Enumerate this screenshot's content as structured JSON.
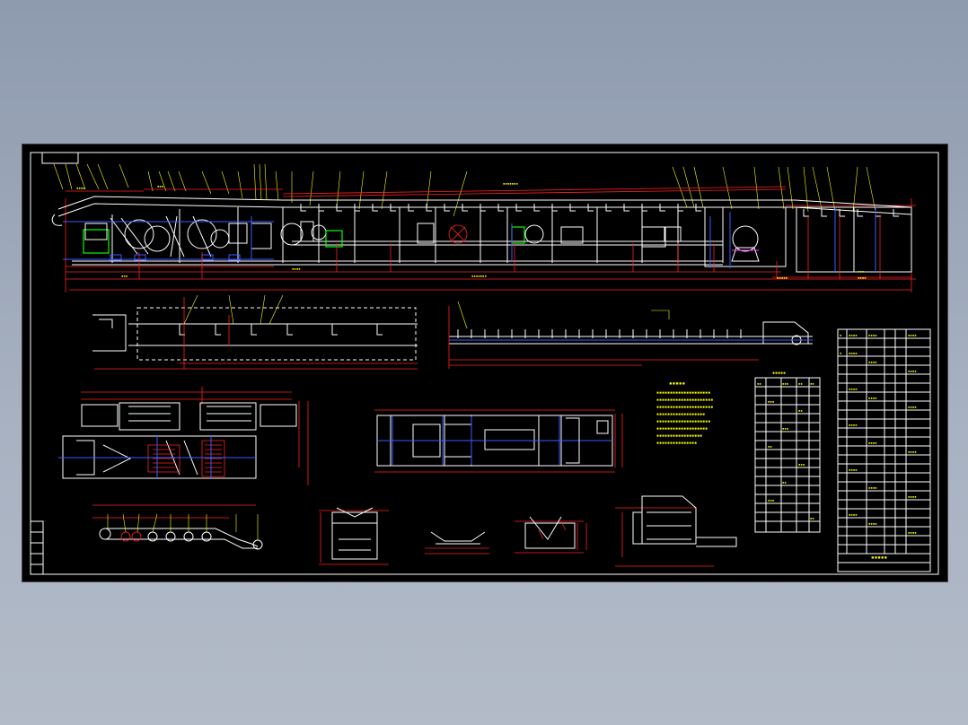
{
  "drawing": {
    "background_color": "#000000",
    "line_colors": {
      "frame": "#ffffff",
      "dimension": "#ff2020",
      "annotation": "#ffff00",
      "component": "#3a5cff",
      "motor": "#00ff00",
      "highlight": "#00e5ff"
    }
  },
  "views": {
    "main_elevation": "main-elevation-view",
    "plan_layout": "plan-layout-view",
    "drive_plan": "drive-plan-view",
    "tail_detail": "tail-detail-view",
    "roller_layout": "roller-layout-diagram",
    "idler_sections": "idler-section-views",
    "tech_notes": "technical-requirements-notes",
    "parts_table": "parts-list-table",
    "title_block": "title-block"
  }
}
